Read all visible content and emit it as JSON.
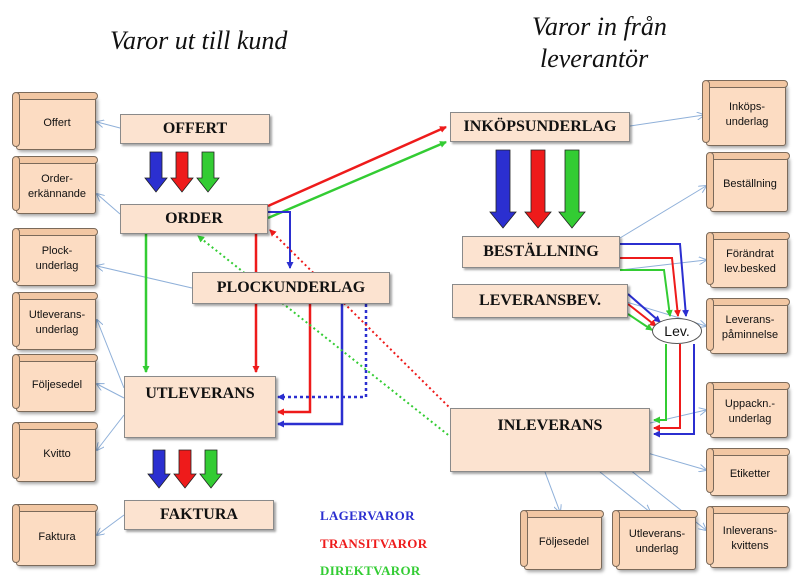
{
  "titles": {
    "left": "Varor ut till kund",
    "right_line1": "Varor in från",
    "right_line2": "leverantör"
  },
  "boxes": {
    "offert": "OFFERT",
    "order": "ORDER",
    "plockunderlag": "PLOCKUNDERLAG",
    "utleverans": "UTLEVERANS",
    "faktura": "FAKTURA",
    "inkopsunderlag": "INKÖPSUNDERLAG",
    "bestallning": "BESTÄLLNING",
    "leveransbev": "LEVERANSBEV.",
    "inleverans": "INLEVERANS"
  },
  "documents": {
    "offert": "Offert",
    "ordererkannande_1": "Order-",
    "ordererkannande_2": "erkännande",
    "plockunderlag_1": "Plock-",
    "plockunderlag_2": "underlag",
    "utleveransunderlag_1": "Utleverans-",
    "utleveransunderlag_2": "underlag",
    "foljesedel_left": "Följesedel",
    "kvitto": "Kvitto",
    "faktura": "Faktura",
    "inkopsunderlag_1": "Inköps-",
    "inkopsunderlag_2": "underlag",
    "bestallning": "Beställning",
    "forandrat_1": "Förändrat",
    "forandrat_2": "lev.besked",
    "leveranspaminnelse_1": "Leverans-",
    "leveranspaminnelse_2": "påminnelse",
    "uppackn_1": "Uppackn.-",
    "uppackn_2": "underlag",
    "etiketter": "Etiketter",
    "inleveranskvittens_1": "Inleverans-",
    "inleveranskvittens_2": "kvittens",
    "foljesedel_bottom": "Följesedel",
    "utleveransunderlag_bottom_1": "Utleverans-",
    "utleveransunderlag_bottom_2": "underlag"
  },
  "supplier_node": "Lev.",
  "legend": {
    "lager": "LAGERVAROR",
    "transit": "TRANSITVAROR",
    "direkt": "DIREKTVAROR"
  },
  "colors": {
    "lager": "#2b2fd0",
    "transit": "#ee1b1b",
    "direkt": "#33cc33",
    "connector": "#8fb0d9",
    "box_fill": "#fce3d0",
    "document_fill": "#fcdcc2"
  }
}
